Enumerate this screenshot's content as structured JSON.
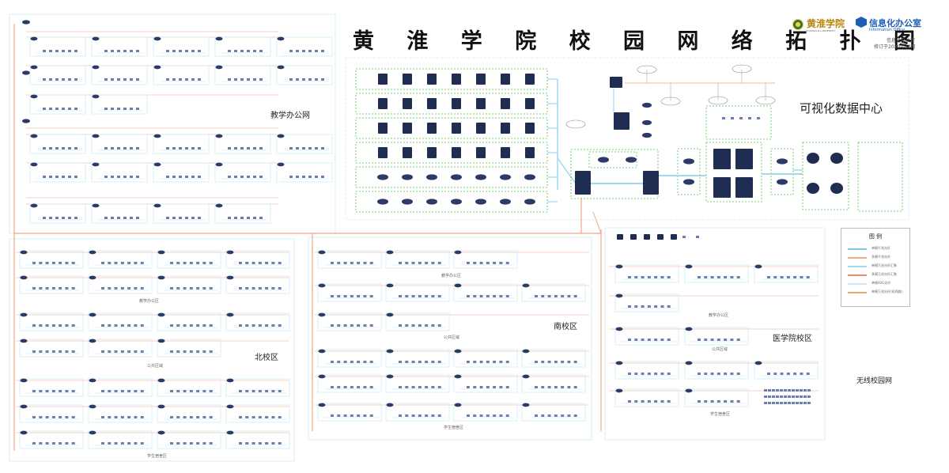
{
  "title": "黄 淮 学 院 校 园 网 络 拓 扑 图",
  "logos": {
    "school_name": "黄淮学院",
    "school_subtitle": "HUANGHUAI UNIVERSITY",
    "office_name": "信息化办公室",
    "office_en": "Information Office"
  },
  "header_notes": {
    "office_line": "信息化办公室",
    "revision": "修订于2020年12月"
  },
  "zones": {
    "teaching_office": "教学办公网",
    "data_center": "可视化数据中心",
    "north": "北校区",
    "south": "南校区",
    "medical": "医学院校区",
    "wireless": "无线校园网"
  },
  "sublabels": {
    "north_office": "教学办公区",
    "north_public": "公共区域",
    "north_dorm": "学生宿舍区",
    "south_office": "教学办公区",
    "south_public": "公共区域",
    "south_dorm": "学生宿舍区",
    "med_office": "教学办公区",
    "med_public": "公共区域",
    "med_dorm": "学生宿舍区"
  },
  "legend": {
    "title": "图  例",
    "items": [
      {
        "label": "单模千兆光纤",
        "color": "#7ec8e3"
      },
      {
        "label": "多模千兆光纤",
        "color": "#f4a582"
      },
      {
        "label": "单模万兆光纤汇聚",
        "color": "#9fd8ef"
      },
      {
        "label": "多模万兆光纤汇聚",
        "color": "#f08c6a"
      },
      {
        "label": "单模40G光纤",
        "color": "#cfe8f3"
      },
      {
        "label": "单模万兆光纤(双线路)",
        "color": "#e0b070"
      }
    ]
  },
  "colors": {
    "fiber_blue": "#9fd8ef",
    "fiber_orange": "#f4a582",
    "group_cyan": "#cdeef6",
    "group_green": "#4cc24c",
    "device": "#2b3a67"
  },
  "icons": [
    "switch-icon",
    "server-icon",
    "router-icon",
    "cloud-icon",
    "storage-icon",
    "pc-icon"
  ]
}
